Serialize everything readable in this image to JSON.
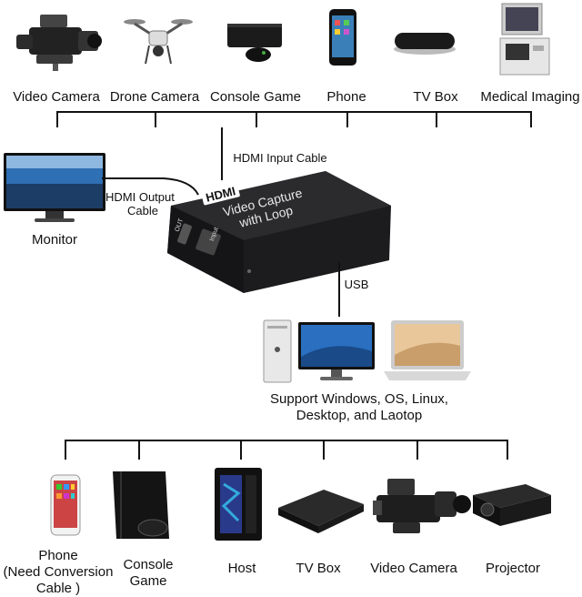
{
  "top_devices": [
    {
      "name": "video-camera-icon",
      "label": "Video Camera"
    },
    {
      "name": "drone-icon",
      "label": "Drone Camera"
    },
    {
      "name": "console-icon",
      "label": "Console Game"
    },
    {
      "name": "phone-icon",
      "label": "Phone"
    },
    {
      "name": "tv-box-icon",
      "label": "TV Box"
    },
    {
      "name": "medical-imaging-icon",
      "label": "Medical Imaging"
    }
  ],
  "monitor": {
    "label": "Monitor"
  },
  "cables": {
    "hdmi_input": "HDMI Input Cable",
    "hdmi_output_line1": "HDMI Output",
    "hdmi_output_line2": "Cable",
    "usb": "USB"
  },
  "capture_device": {
    "brand": "HDMI",
    "title_line1": "Video  Capture",
    "title_line2": "with Loop",
    "port_out": "OUT",
    "port_in": "Input"
  },
  "support": {
    "line1": "Support Windows, OS, Linux,",
    "line2": "Desktop, and Laotop"
  },
  "bottom_devices": {
    "phone": {
      "line1": "Phone",
      "line2": "(Need Conversion",
      "line3": "Cable )"
    },
    "console": {
      "line1": "Console",
      "line2": "Game"
    },
    "host": {
      "line1": "Host"
    },
    "tvbox": {
      "line1": "TV Box"
    },
    "camera": {
      "line1": "Video Camera"
    },
    "projector": {
      "line1": "Projector"
    }
  },
  "colors": {
    "line": "#111111",
    "device_body": "#1c1c1e",
    "screen_blue": "#2f6fb3"
  }
}
